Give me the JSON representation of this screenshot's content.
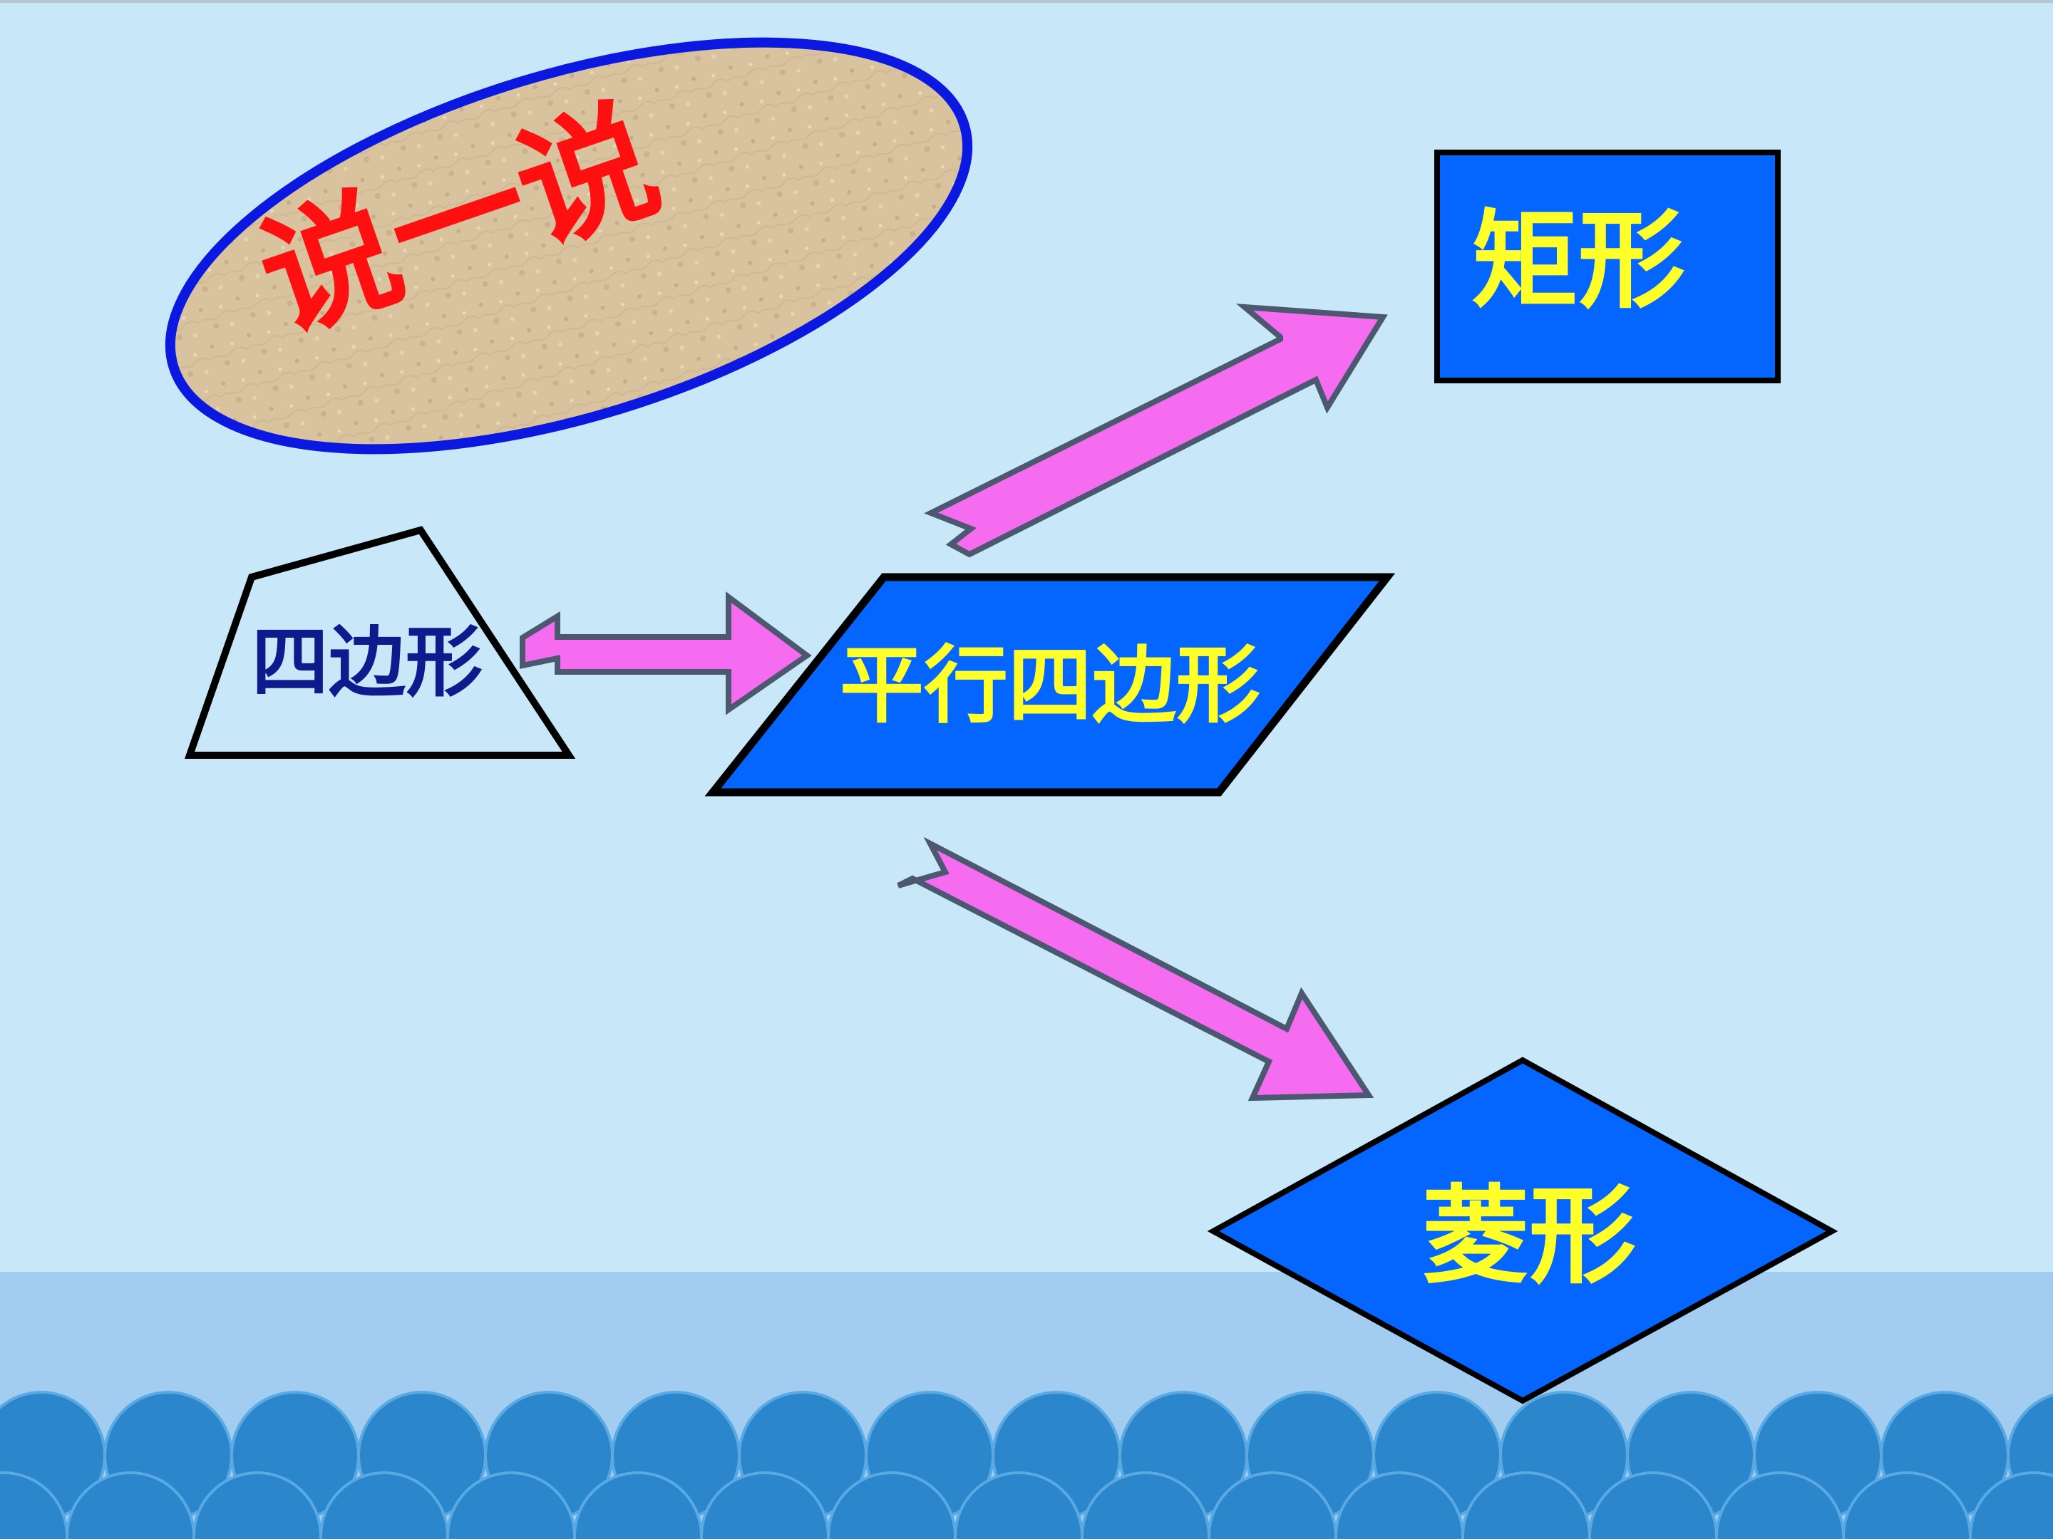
{
  "slide": {
    "badge": {
      "text": "说一说",
      "text_color": "#ff1010",
      "border_color": "#0b18e0"
    },
    "shapes": {
      "quadrilateral": {
        "label": "四边形",
        "label_color": "#0f1a8c"
      },
      "parallelogram": {
        "label": "平行四边形",
        "fill": "#0566ff",
        "label_color": "#ffff2a"
      },
      "rectangle": {
        "label": "矩形",
        "fill": "#0566ff",
        "label_color": "#ffff2a"
      },
      "rhombus": {
        "label": "菱形",
        "fill": "#0566ff",
        "label_color": "#ffff2a"
      }
    },
    "arrows": {
      "fill": "#f56cf1",
      "stroke": "#4b5870",
      "items": [
        {
          "from": "四边形",
          "to": "平行四边形"
        },
        {
          "from": "平行四边形",
          "to": "矩形"
        },
        {
          "from": "平行四边形",
          "to": "菱形"
        }
      ]
    },
    "theme": {
      "background": "#c8e8f9",
      "water_band": "#a2cdf0",
      "wave_color": "#2c86cb",
      "wave_highlight": "#59a9e3"
    }
  }
}
